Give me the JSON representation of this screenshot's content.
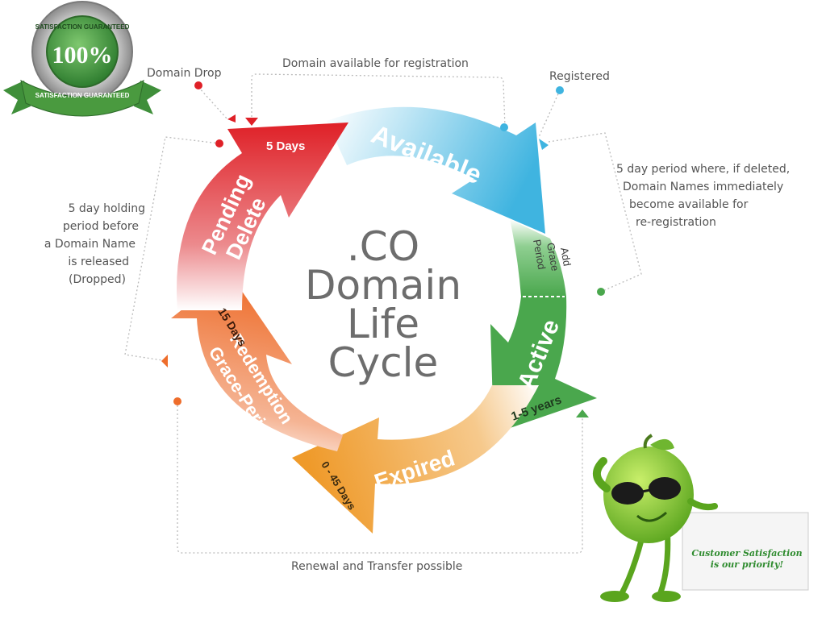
{
  "seal": {
    "top_text": "SATISFACTION GUARANTEED",
    "value": "100%",
    "banner": "SATISFACTION GUARANTEED"
  },
  "center": {
    "line1": ".CO",
    "line2": "Domain",
    "line3": "Life",
    "line4": "Cycle"
  },
  "stages": {
    "available": "Available",
    "add_grace": [
      "Add",
      "Grace",
      "Period"
    ],
    "active": "Active",
    "active_duration": "1-5 years",
    "expired": "Expired",
    "expired_duration": "0 - 45 Days",
    "redemption": [
      "Redemption",
      "Grace-Period"
    ],
    "redemption_duration": "15 Days",
    "pending": [
      "Pending",
      "Delete"
    ],
    "pending_duration": "5 Days"
  },
  "annotations": {
    "domain_drop": "Domain Drop",
    "available_for_registration": "Domain available for registration",
    "registered": "Registered",
    "add_grace_note": [
      "5 day period where, if deleted,",
      "Domain Names immediately",
      "become available for",
      "re-registration"
    ],
    "holding_note": [
      "5 day holding",
      "period before",
      "a Domain Name",
      "is released",
      "(Dropped)"
    ],
    "renewal": "Renewal and Transfer possible"
  },
  "mascot": {
    "sign_line1": "Customer Satisfaction",
    "sign_line2": "is our priority!"
  },
  "colors": {
    "available": "#3fb4e0",
    "green": "#4aa74d",
    "orange": "#ef9a2a",
    "orange_red": "#ee6d2b",
    "red": "#df2027",
    "text": "#555555",
    "center_text": "#6d6d6d",
    "seal_green": "#3f8f3a"
  }
}
